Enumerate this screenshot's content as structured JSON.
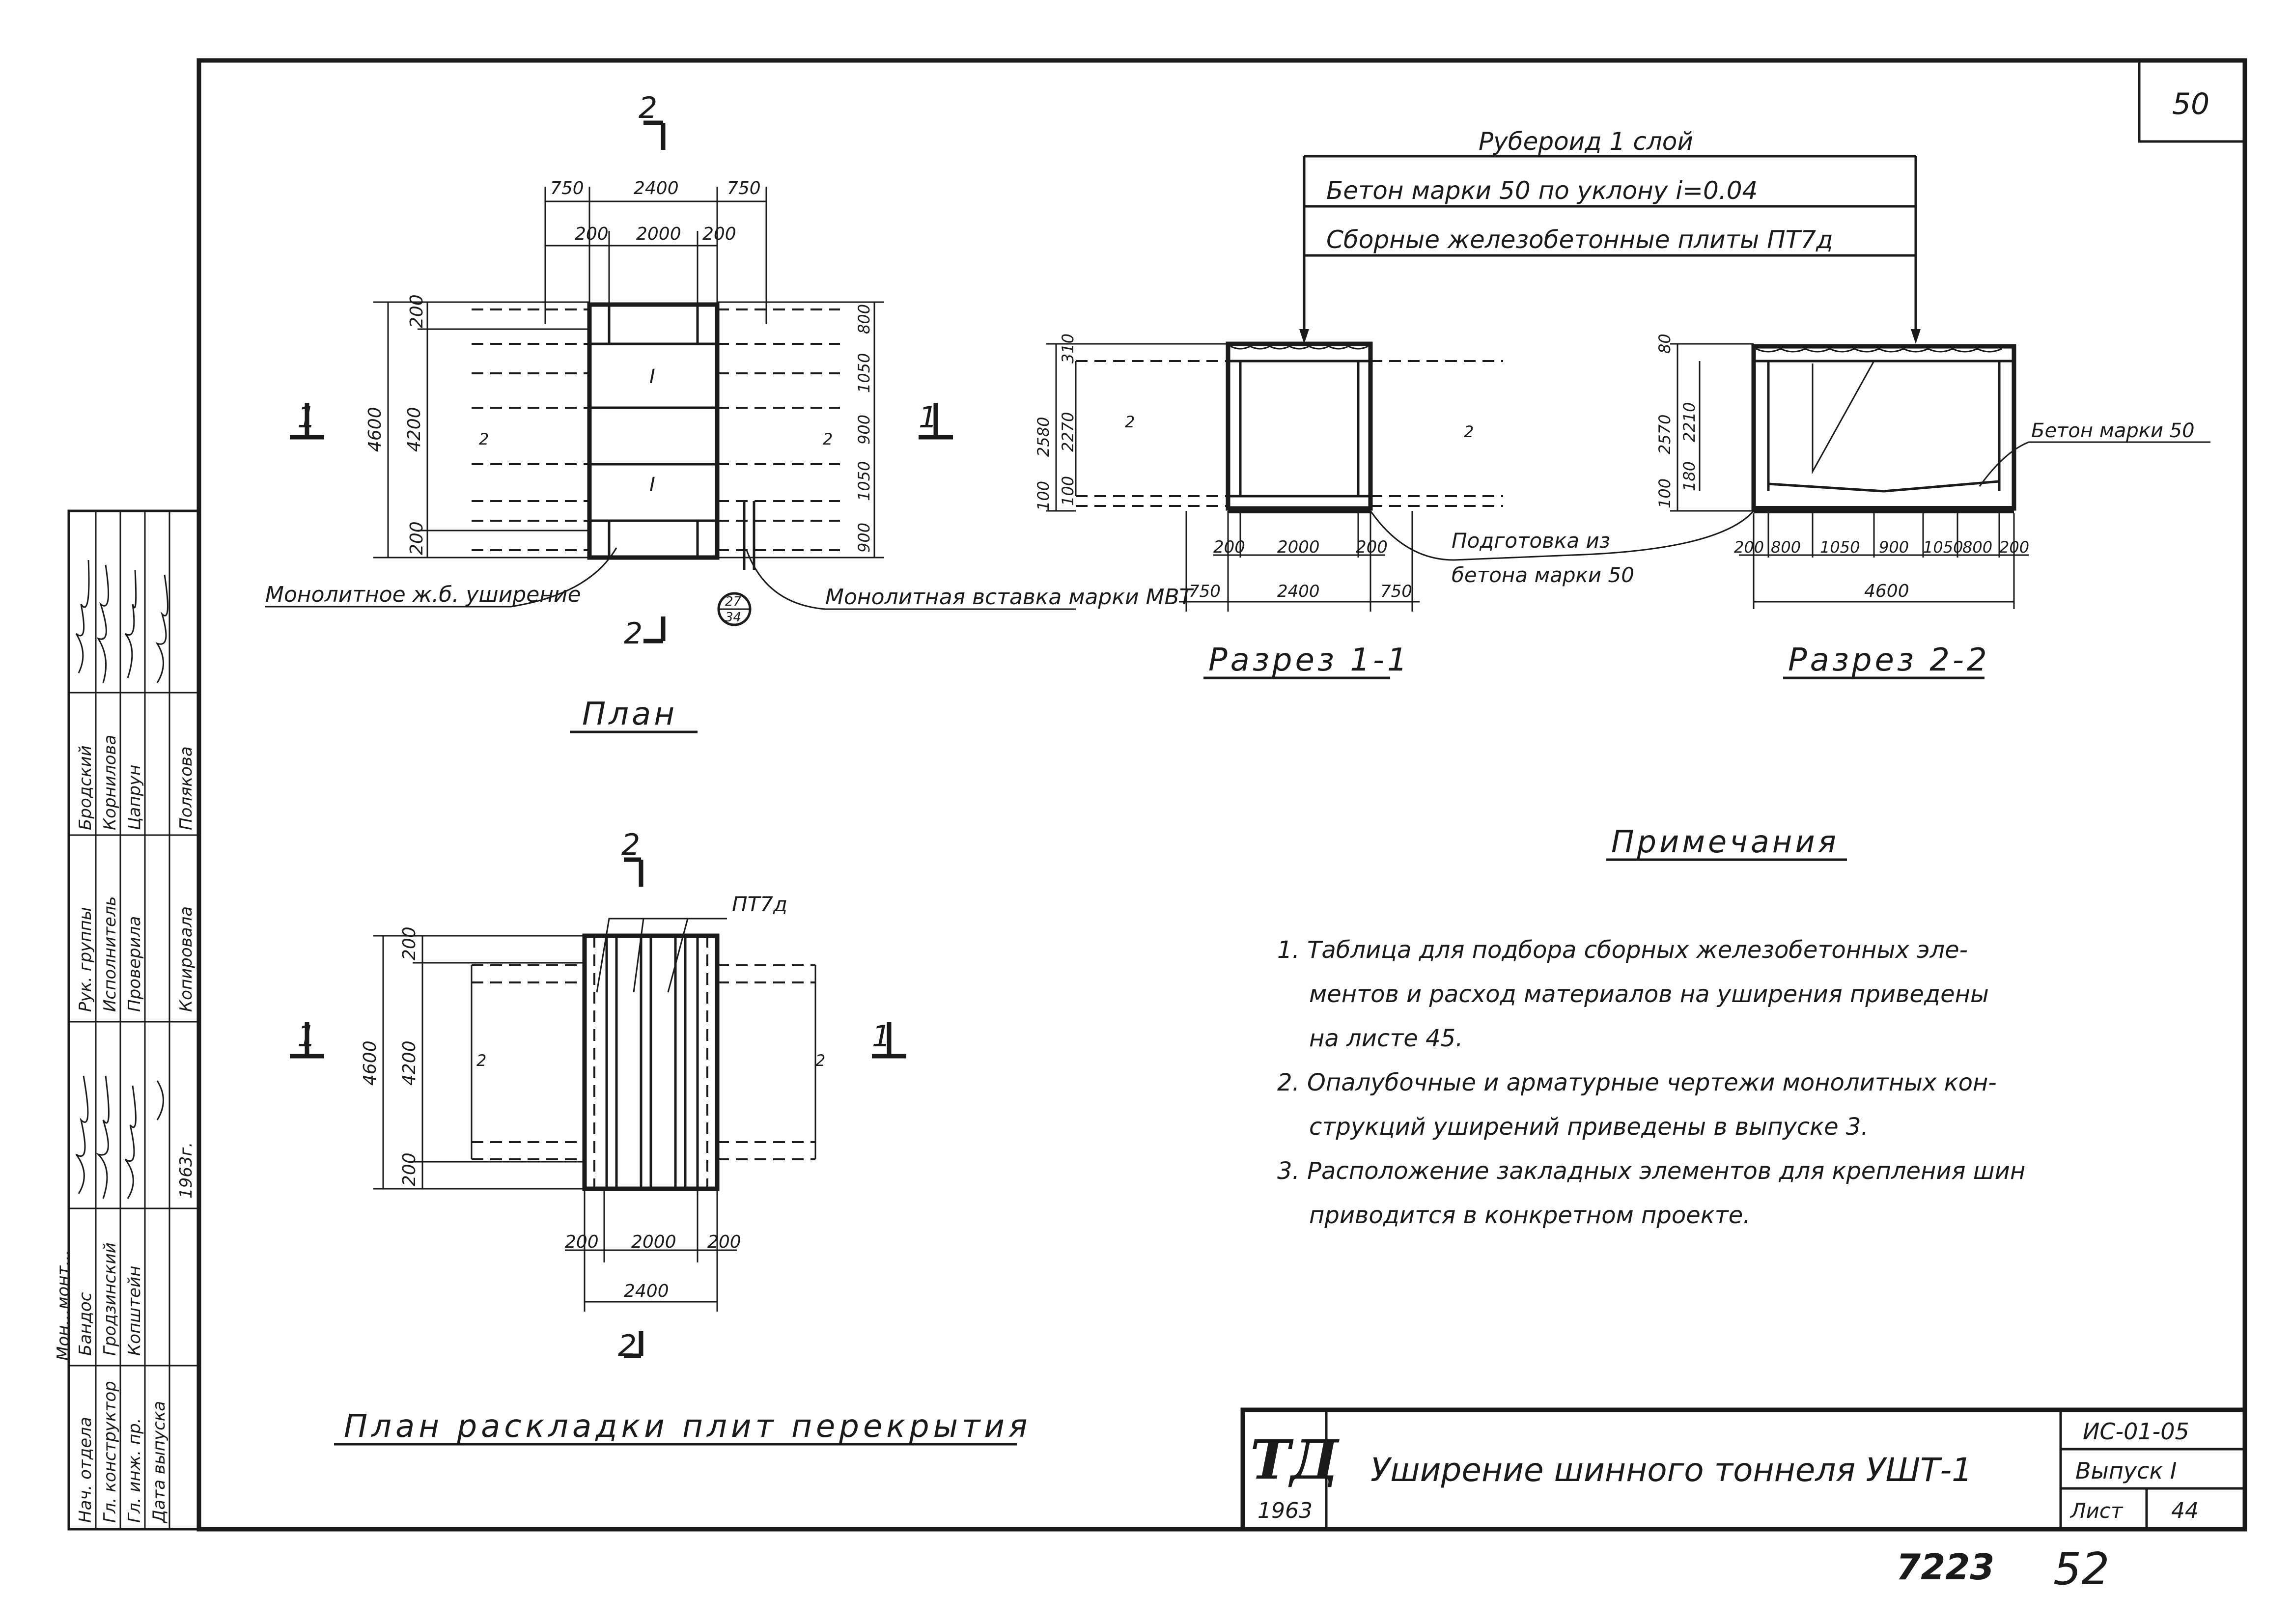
{
  "sheet_number": "50",
  "plan": {
    "title": "План",
    "cut_2_top": "2",
    "cut_2_bottom": "2",
    "cut_1_left": "1",
    "cut_1_right": "1",
    "dims_top_outer": [
      "750",
      "2400",
      "750"
    ],
    "dims_top_inner": [
      "200",
      "2000",
      "200"
    ],
    "dim_total_height": "4600",
    "dim_inner_height": "4200",
    "dims_left_small": [
      "200",
      "200"
    ],
    "dims_right": [
      "800",
      "1050",
      "900",
      "1050",
      "900"
    ],
    "callout_monolithic_widening": "Монолитное ж.б. уширение",
    "callout_monolithic_insert": "Монолитная вставка марки МВТ",
    "ref_bubble_top": "27",
    "ref_bubble_bottom": "34",
    "slab_mark": "I"
  },
  "layout_plan": {
    "title": "План раскладки плит перекрытия",
    "cut_2_top": "2",
    "cut_2_bottom": "2",
    "cut_1_left": "1",
    "cut_1_right": "1",
    "slab_label": "ПТ7д",
    "dims_bottom_inner": [
      "200",
      "2000",
      "200"
    ],
    "dim_bottom_outer": "2400",
    "dim_total_height": "4600",
    "dim_inner_height": "4200",
    "dims_left_small": [
      "200",
      "200"
    ]
  },
  "layers": {
    "layer_1": "Рубероид 1 слой",
    "layer_2": "Бетон марки 50 по уклону i=0.04",
    "layer_3": "Сборные железобетонные плиты ПТ7д"
  },
  "section_1": {
    "title": "Разрез 1-1",
    "dims_left": [
      "2580",
      "310",
      "2270",
      "100",
      "100"
    ],
    "dims_bottom_inner": [
      "200",
      "2000",
      "200"
    ],
    "dims_bottom_outer": [
      "750",
      "2400",
      "750"
    ],
    "callout_prep": "Подготовка из бетона марки 50"
  },
  "section_2": {
    "title": "Разрез 2-2",
    "dims_left": [
      "2570",
      "80",
      "2210",
      "180",
      "100"
    ],
    "dims_bottom_inner": [
      "200",
      "800",
      "1050",
      "900",
      "1050",
      "800",
      "200"
    ],
    "dim_bottom_outer": "4600",
    "callout_concrete": "Бетон марки 50"
  },
  "notes": {
    "heading": "Примечания",
    "lines": [
      "1. Таблица для подбора сборных железобетонных эле-",
      "ментов и расход материалов на уширения приведены",
      "на листе 45.",
      "2. Опалубочные и арматурные чертежи монолитных кон-",
      "струкций уширений приведены в выпуске 3.",
      "3. Расположение закладных элементов для крепления шин",
      "приводится в конкретном проекте."
    ]
  },
  "title_block": {
    "logo": "ТД",
    "year": "1963",
    "title": "Уширение шинного тоннеля УШТ-1",
    "code": "ИС-01-05",
    "issue": "Выпуск I",
    "sheet_label": "Лист",
    "sheet_value": "44"
  },
  "stamp": {
    "rows": [
      {
        "role": "Нач. отдела",
        "name": "Бандос"
      },
      {
        "role": "Гл. конструктор",
        "name": "Гродзинский"
      },
      {
        "role": "Гл. инж. пр.",
        "name": "Копштейн"
      },
      {
        "role": "Дата выпуска",
        "name": "1963г."
      },
      {
        "role": "Рук. группы",
        "name": "Бродский"
      },
      {
        "role": "Исполнитель",
        "name": "Корнилова"
      },
      {
        "role": "Проверила",
        "name": "Цапрун"
      },
      {
        "role": "Копировала",
        "name": "Полякова"
      }
    ],
    "partial_label": "Мон...монт..."
  },
  "footer": {
    "archive_number": "7223",
    "page_number": "52"
  }
}
